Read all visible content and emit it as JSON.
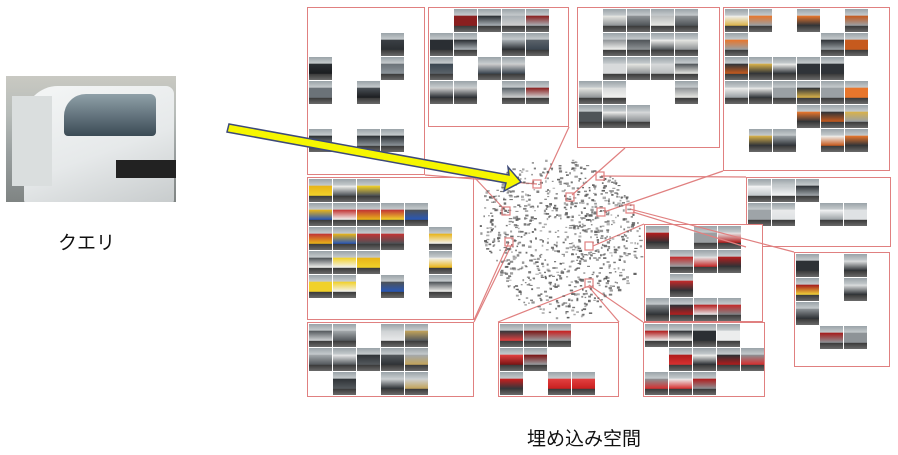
{
  "labels": {
    "query": "クエリ",
    "embedding_space": "埋め込み空間"
  },
  "colors": {
    "frame": "#e08080",
    "arrow_fill": "#f6f600",
    "arrow_edge": "#3d4a78",
    "cloud": "#5a5a5a"
  },
  "query_image": {
    "icon": "white-van-photo"
  },
  "clusters": [
    {
      "id": "c1",
      "theme": "dark-sedans"
    },
    {
      "id": "c2",
      "theme": "mixed-sedans"
    },
    {
      "id": "c3",
      "theme": "white-pickups"
    },
    {
      "id": "c4",
      "theme": "orange-suvs"
    },
    {
      "id": "c5",
      "theme": "yellow-blue-coupes"
    },
    {
      "id": "c6",
      "theme": "white-vans"
    },
    {
      "id": "c7",
      "theme": "red-silver-cars"
    },
    {
      "id": "c8",
      "theme": "red-hatchbacks"
    },
    {
      "id": "c9",
      "theme": "silver-sedans"
    },
    {
      "id": "c10",
      "theme": "red-sports"
    },
    {
      "id": "c11",
      "theme": "red-coupes"
    }
  ]
}
